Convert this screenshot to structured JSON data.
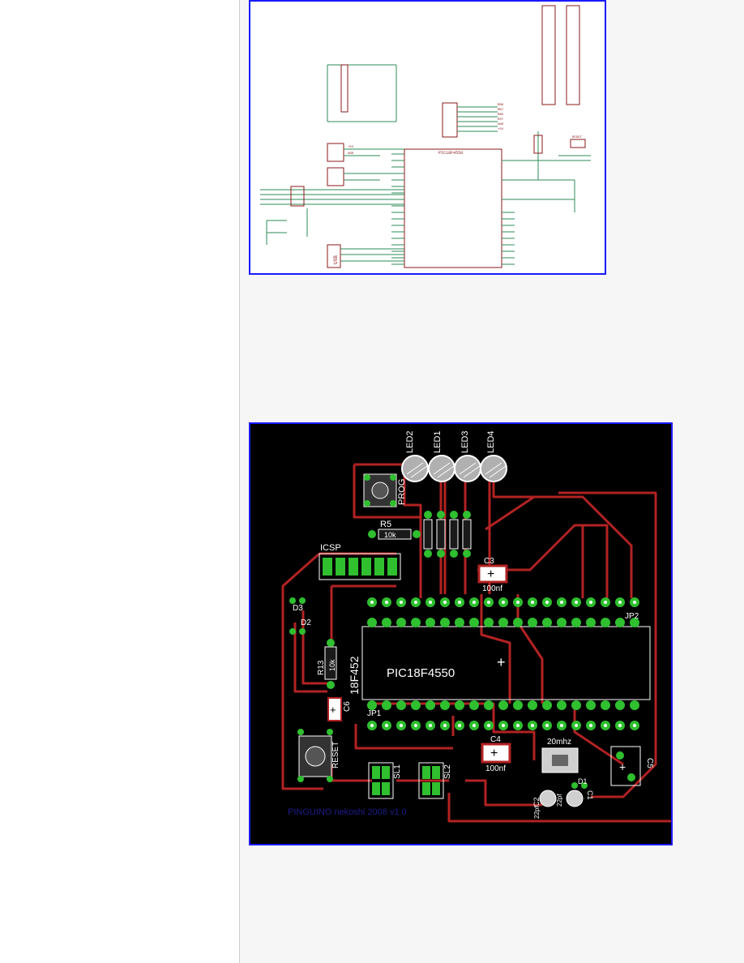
{
  "schematic": {
    "chip_label": "PIC18F4550",
    "usb_label": "USB",
    "reset_label": "RESET",
    "rail_labels": [
      "+5V",
      "GND"
    ],
    "header_labels": [
      "RB6",
      "RB7",
      "RB5",
      "RST",
      "GND",
      "+5V"
    ]
  },
  "pcb": {
    "chip_label": "PIC18F4550",
    "chip_alt_label": "18F452",
    "leds": [
      "LED2",
      "LED1",
      "LED3",
      "LED4"
    ],
    "prog_label": "PROG",
    "r5_label": "R5",
    "r5_value": "10k",
    "icsp_label": "ICSP",
    "c3_label": "C3",
    "c3_value": "100nf",
    "d3_label": "D3",
    "d2_label": "D2",
    "r13_label": "R13",
    "r13_value": "10k",
    "c6_label": "C6",
    "jp2_label": "JP2",
    "jp1_label": "JP1",
    "reset_label": "RESET",
    "sl1_label": "SL1",
    "sl2_label": "SL2",
    "c4_label": "C4",
    "c4_value": "100nf",
    "xtal_label": "20mhz",
    "c5_label": "C5",
    "d1_label": "D1",
    "c1_label": "C1",
    "c2_label": "C2",
    "c1_value": "22pf",
    "c2_value": "22pf",
    "credit_text": "PINGUINO nekoshi 2008 v1.0"
  }
}
